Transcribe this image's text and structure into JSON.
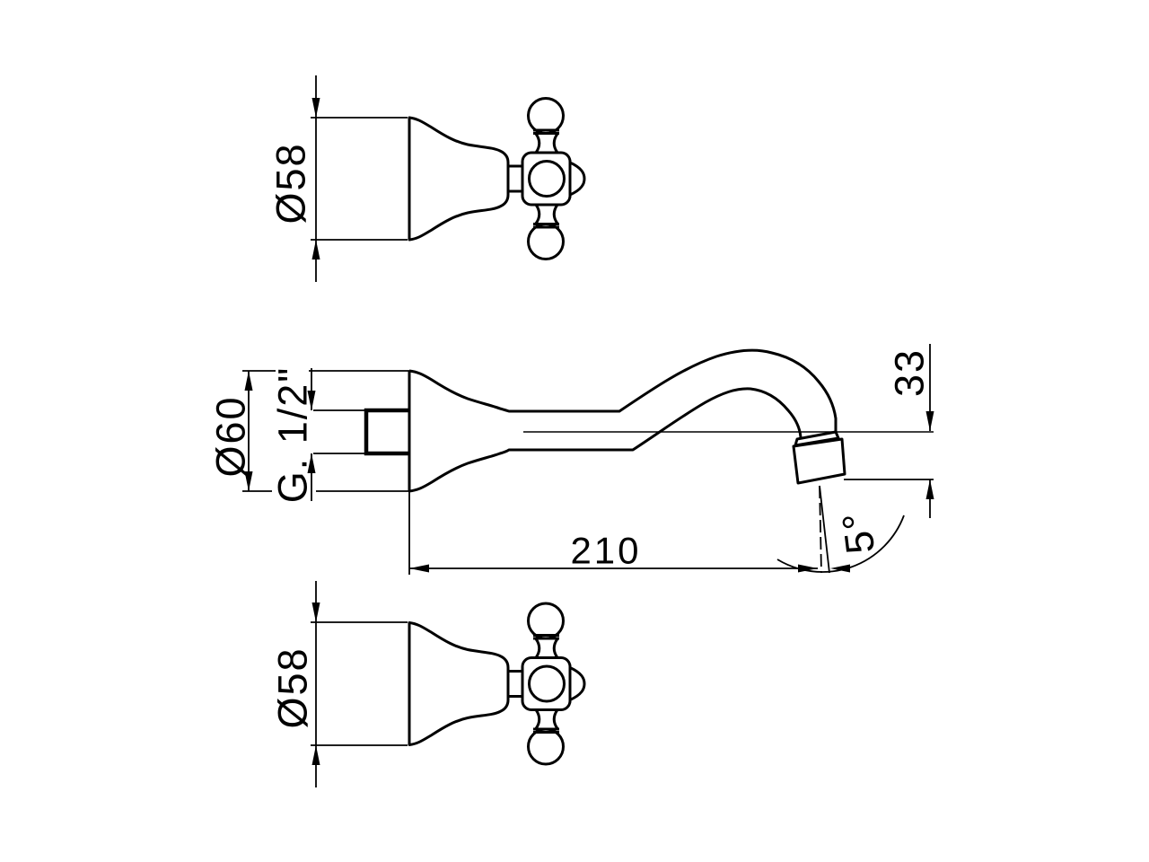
{
  "drawing": {
    "line_color": "#000000",
    "background_color": "#ffffff"
  },
  "labels": {
    "top_handle_diameter": "Ø58",
    "flange_diameter": "Ø60",
    "thread_size": "G. 1/2\"",
    "spout_reach": "210",
    "outlet_drop": "33",
    "outlet_angle": "5°",
    "bottom_handle_diameter": "Ø58"
  }
}
